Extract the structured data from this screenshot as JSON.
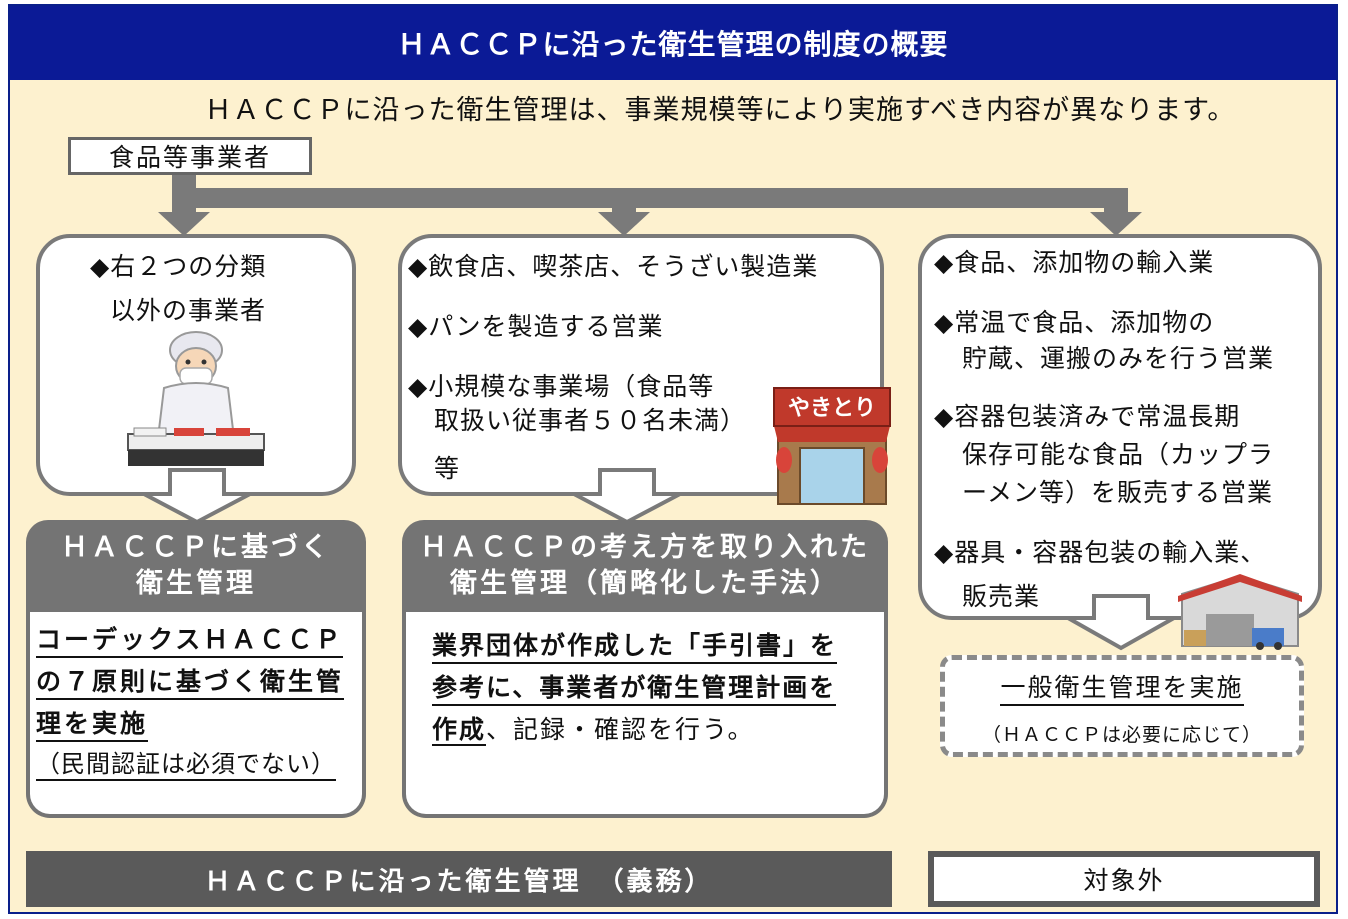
{
  "title": "ＨＡＣＣＰに沿った衛生管理の制度の概要",
  "intro": "ＨＡＣＣＰに沿った衛生管理は、事業規模等により実施すべき内容が異なります。",
  "root": "食品等事業者",
  "left": {
    "category_line1": "◆右２つの分類",
    "category_line2": "以外の事業者",
    "header_line1": "ＨＡＣＣＰに基づく",
    "header_line2": "衛生管理",
    "result_line1": "コーデックスＨＡＣＣＰ",
    "result_line2": "の７原則に基づく衛生管",
    "result_line3": "理を実施",
    "result_line4": "（民間認証は必須でない）"
  },
  "middle": {
    "item1": "◆飲食店、喫茶店、そうざい製造業",
    "item2": "◆パンを製造する営業",
    "item3_line1": "◆小規模な事業場（食品等",
    "item3_line2": "取扱い従事者５０名未満）",
    "item3_line3": "等",
    "shop_sign": "やきとり",
    "header_line1": "ＨＡＣＣＰの考え方を取り入れた",
    "header_line2": "衛生管理（簡略化した手法）",
    "result_line1": "業界団体が作成した「手引書」を",
    "result_line2": "参考に、事業者が衛生管理計画を",
    "result_line3_bold": "作成",
    "result_line3_rest": "、記録・確認を行う。"
  },
  "right": {
    "item1": "◆食品、添加物の輸入業",
    "item2_line1": "◆常温で食品、添加物の",
    "item2_line2": "貯蔵、運搬のみを行う営業",
    "item3_line1": "◆容器包装済みで常温長期",
    "item3_line2": "保存可能な食品（カップラ",
    "item3_line3": "ーメン等）を販売する営業",
    "item4_line1": "◆器具・容器包装の輸入業、",
    "item4_line2": "販売業",
    "general_line1": "一般衛生管理を実施",
    "general_line2": "（ＨＡＣＣＰは必要に応じて）"
  },
  "bottom": {
    "mandatory": "ＨＡＣＣＰに沿った衛生管理　（義務）",
    "excluded": "対象外"
  },
  "colors": {
    "title_bg": "#0b1a96",
    "frame_bg": "#fdf1cf",
    "header_gray": "#747474",
    "bottom_gray": "#5a5a5a"
  }
}
